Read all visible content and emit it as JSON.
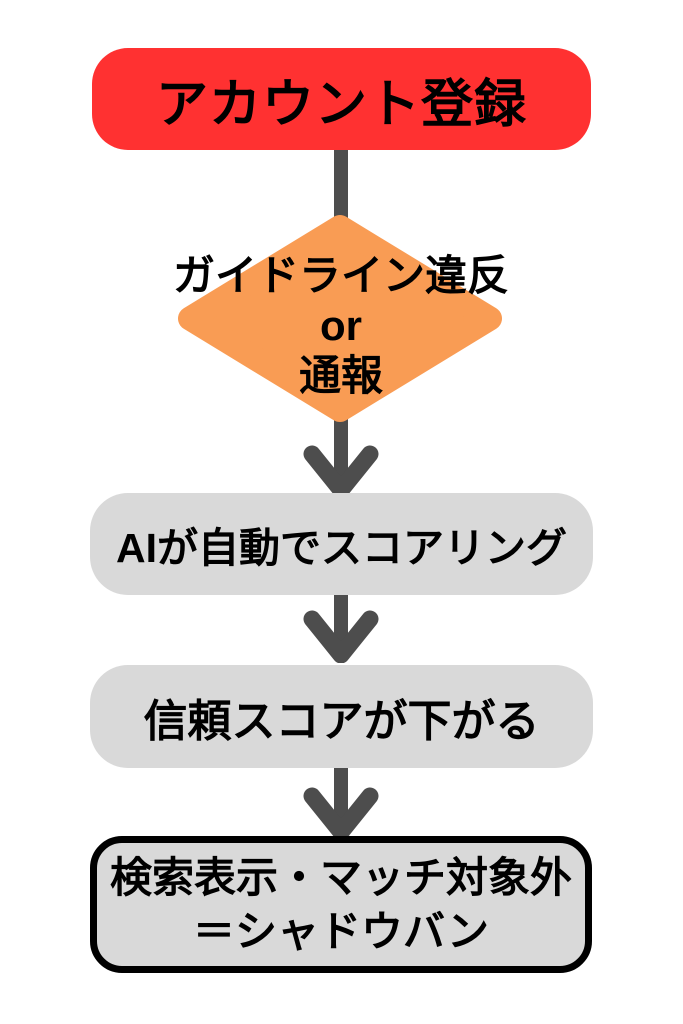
{
  "colors": {
    "background": "#ffffff",
    "start_fill": "#ff3131",
    "decision_fill": "#f99c54",
    "process_fill": "#d9d9d9",
    "result_fill": "#d9d9d9",
    "result_border": "#000000",
    "arrow": "#4d4d4d",
    "text": "#000000"
  },
  "flowchart": {
    "start": {
      "label": "アカウント登録"
    },
    "decision": {
      "lines": [
        "ガイドライン違反",
        "or",
        "通報"
      ]
    },
    "process1": {
      "label": "AIが自動でスコアリング"
    },
    "process2": {
      "label": "信頼スコアが下がる"
    },
    "result": {
      "lines": [
        "検索表示・マッチ対象外",
        "＝シャドウバン"
      ]
    }
  }
}
